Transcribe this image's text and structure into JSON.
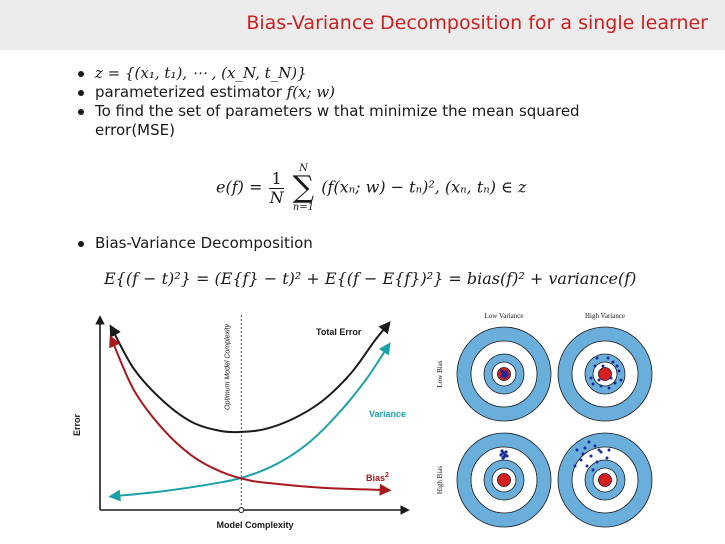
{
  "title": "Bias-Variance Decomposition for a single learner",
  "bullets": {
    "b1": "z = {(x₁, t₁), ⋯ , (x_N, t_N)}",
    "b2_text": "parameterized estimator ",
    "b2_math": "f(x; w)",
    "b3_line1": "To find the set of parameters w that minimize the mean squared",
    "b3_line2": "error(MSE)",
    "b4": "Bias-Variance Decomposition"
  },
  "formula1": {
    "lhs": "e(f) =",
    "frac_num": "1",
    "frac_den": "N",
    "sum_top": "N",
    "sum_bottom": "n=1",
    "body": "(f(xₙ; w) − tₙ)², (xₙ, tₙ) ∈ z"
  },
  "formula2": "E{(f − t)²} = (E{f} − t)² + E{(f − E{f})²} = bias(f)² + variance(f)",
  "chart": {
    "xlabel": "Model Complexity",
    "ylabel": "Error",
    "optimum_label": "Optimum Model Complexity",
    "series_labels": {
      "total": "Total Error",
      "variance": "Variance",
      "bias": "Bias"
    },
    "bias_sup": "2",
    "colors": {
      "total": "#1a1a1a",
      "variance": "#1aa0a8",
      "bias": "#a8181c"
    }
  },
  "chart_data": {
    "type": "line",
    "title": "",
    "xlabel": "Model Complexity",
    "ylabel": "Error",
    "xlim": [
      0,
      1
    ],
    "ylim": [
      0,
      1
    ],
    "grid": false,
    "legend": "inline labels",
    "optimum_x": 0.47,
    "series": [
      {
        "name": "Total Error",
        "x": [
          0.02,
          0.1,
          0.2,
          0.3,
          0.4,
          0.47,
          0.55,
          0.65,
          0.75,
          0.85,
          0.93,
          0.98
        ],
        "values": [
          0.98,
          0.74,
          0.56,
          0.44,
          0.39,
          0.385,
          0.4,
          0.46,
          0.56,
          0.72,
          0.9,
          1.0
        ]
      },
      {
        "name": "Variance",
        "x": [
          0.02,
          0.2,
          0.4,
          0.5,
          0.6,
          0.7,
          0.8,
          0.9,
          0.98
        ],
        "values": [
          0.02,
          0.05,
          0.1,
          0.14,
          0.21,
          0.32,
          0.48,
          0.68,
          0.88
        ]
      },
      {
        "name": "Bias",
        "x": [
          0.02,
          0.1,
          0.2,
          0.3,
          0.4,
          0.5,
          0.6,
          0.7,
          0.8,
          0.9,
          0.98
        ],
        "values": [
          0.92,
          0.62,
          0.4,
          0.25,
          0.16,
          0.11,
          0.09,
          0.075,
          0.065,
          0.06,
          0.055
        ]
      }
    ]
  },
  "targets": {
    "col_labels": [
      "Low Variance",
      "High Variance"
    ],
    "row_labels": [
      "Low Bias",
      "High Bias"
    ],
    "colors": {
      "ring_blue": "#6aaedc",
      "ring_white": "#ffffff",
      "bullseye": "#d42020",
      "dot": "#1a2a9a",
      "outline": "#1a1a1a"
    }
  }
}
